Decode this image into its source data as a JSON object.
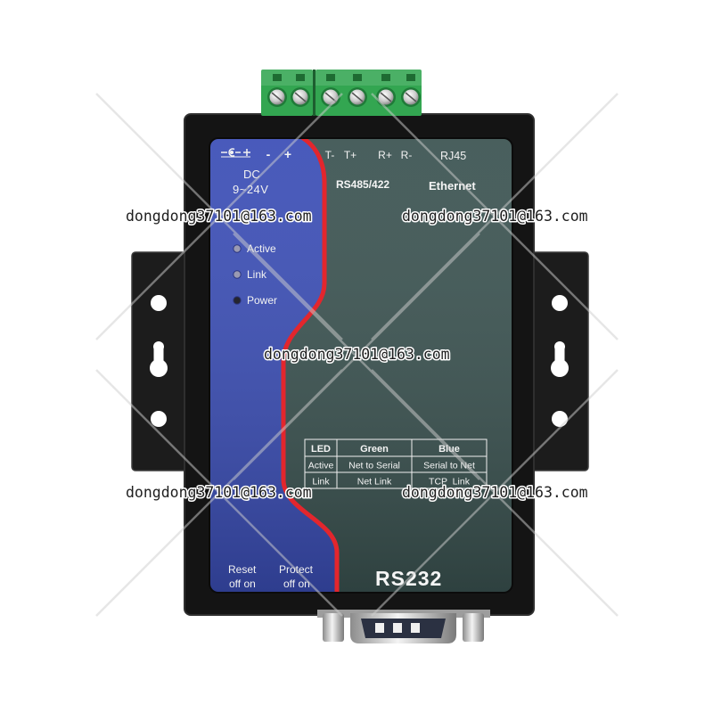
{
  "terminal_block": {
    "power_labels": [
      "-",
      "+"
    ],
    "serial_labels": [
      "T-",
      "T+",
      "R+",
      "R-"
    ],
    "network_port": "RJ45"
  },
  "power": {
    "type": "DC",
    "voltage": "9~24V"
  },
  "interfaces": {
    "serial": "RS485/422",
    "network": "Ethernet"
  },
  "leds": [
    {
      "label": "Active"
    },
    {
      "label": "Link"
    },
    {
      "label": "Power"
    }
  ],
  "led_table": {
    "headers": [
      "LED",
      "Green",
      "Blue"
    ],
    "rows": [
      [
        "Active",
        "Net to Serial",
        "Serial to Net"
      ],
      [
        "Link",
        "Net Link",
        "TCP  Link"
      ]
    ]
  },
  "switches": [
    {
      "label": "Reset",
      "positions": "off on"
    },
    {
      "label": "Protect",
      "positions": "off on"
    }
  ],
  "model": "RS232",
  "watermarks": [
    "dongdong37101@163.com",
    "dongdong37101@163.com",
    "dongdong37101@163.com",
    "dongdong37101@163.com",
    "dongdong37101@163.com"
  ],
  "icons": {
    "power_polarity": "dc-polarity-icon",
    "mounting_hole": "mounting-hole-icon",
    "screw": "terminal-screw-icon"
  },
  "colors": {
    "panel_blue": "#3b4eb6",
    "panel_slate": "#3b5351",
    "divider_red": "#e3262d",
    "terminal_green": "#33a651",
    "housing_black": "#141414",
    "flange_black": "#1c1c1c",
    "led_idle": "#9a9ab2",
    "led_dark": "#25252f"
  }
}
